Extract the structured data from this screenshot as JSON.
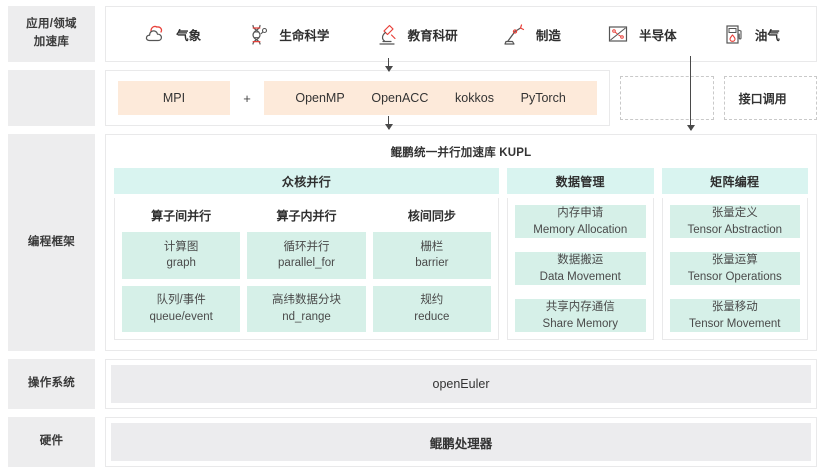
{
  "rows": {
    "applications": {
      "label": "应用/领域\n加速库",
      "label_line1": "应用/领域",
      "label_line2": "加速库",
      "items": [
        {
          "icon": "cloud-icon",
          "label": "气象"
        },
        {
          "icon": "dna-icon",
          "label": "生命科学"
        },
        {
          "icon": "microscope-icon",
          "label": "教育科研"
        },
        {
          "icon": "robot-arm-icon",
          "label": "制造"
        },
        {
          "icon": "chip-icon",
          "label": "半导体"
        },
        {
          "icon": "fuel-pump-icon",
          "label": "油气"
        }
      ]
    },
    "frameworks": {
      "mpi": "MPI",
      "plus": "+",
      "models": [
        "OpenMP",
        "OpenACC",
        "kokkos",
        "PyTorch"
      ],
      "dashed_left": "",
      "dashed_right": "接口调用"
    },
    "programming_framework": {
      "label": "编程框架",
      "kupl_title": "鲲鹏统一并行加速库 KUPL",
      "columns": [
        {
          "head": "众核并行",
          "subcolumns": [
            {
              "head": "算子间并行",
              "cells": [
                {
                  "cn": "计算图",
                  "en": "graph"
                },
                {
                  "cn": "队列/事件",
                  "en": "queue/event"
                }
              ]
            },
            {
              "head": "算子内并行",
              "cells": [
                {
                  "cn": "循环并行",
                  "en": "parallel_for"
                },
                {
                  "cn": "高纬数据分块",
                  "en": "nd_range"
                }
              ]
            },
            {
              "head": "核间同步",
              "cells": [
                {
                  "cn": "栅栏",
                  "en": "barrier"
                },
                {
                  "cn": "规约",
                  "en": "reduce"
                }
              ]
            }
          ]
        },
        {
          "head": "数据管理",
          "cells": [
            {
              "cn": "内存申请",
              "en": "Memory Allocation"
            },
            {
              "cn": "数据搬运",
              "en": "Data Movement"
            },
            {
              "cn": "共享内存通信",
              "en": "Share Memory"
            }
          ]
        },
        {
          "head": "矩阵编程",
          "cells": [
            {
              "cn": "张量定义",
              "en": "Tensor Abstraction"
            },
            {
              "cn": "张量运算",
              "en": "Tensor Operations"
            },
            {
              "cn": "张量移动",
              "en": "Tensor Movement"
            }
          ]
        }
      ]
    },
    "os": {
      "label": "操作系统",
      "value": "openEuler"
    },
    "hardware": {
      "label": "硬件",
      "value": "鲲鹏处理器"
    }
  },
  "colors": {
    "peach": "#fdeada",
    "mint_cell": "#d6f0e8",
    "mint_head": "#d9f4f0",
    "grey_label": "#ededee",
    "grey_bar": "#ececee",
    "icon_accent": "#e8413a",
    "icon_line": "#555555"
  }
}
